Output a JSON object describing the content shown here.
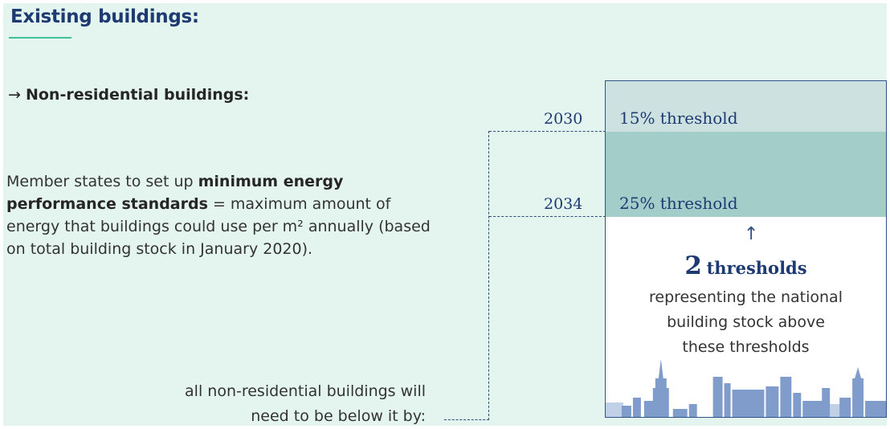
{
  "title": "Existing buildings:",
  "subheading": {
    "arrow": "→",
    "label": "Non-residential buildings:"
  },
  "body": {
    "pre": "Member states to set up ",
    "bold": "minimum energy performance standards",
    "post": " = maximum amount of energy that buildings could use per m² annually (based on total building stock in January 2020)."
  },
  "footnote": {
    "line1": "all non-residential buildings will",
    "line2": "need to be below it by:"
  },
  "milestones": [
    {
      "year": "2030",
      "threshold": "15% threshold"
    },
    {
      "year": "2034",
      "threshold": "25% threshold"
    }
  ],
  "summary": {
    "arrow": "↑",
    "count": "2",
    "count_label": "thresholds",
    "line1": "representing the national",
    "line2": "building stock above",
    "line3": "these thresholds"
  },
  "colors": {
    "navy": "#1d3a73",
    "band_light": "#cde2e0",
    "band_dark": "#a3cdc9",
    "background": "#e4f4ee",
    "skyline": "#7f9ccb"
  }
}
